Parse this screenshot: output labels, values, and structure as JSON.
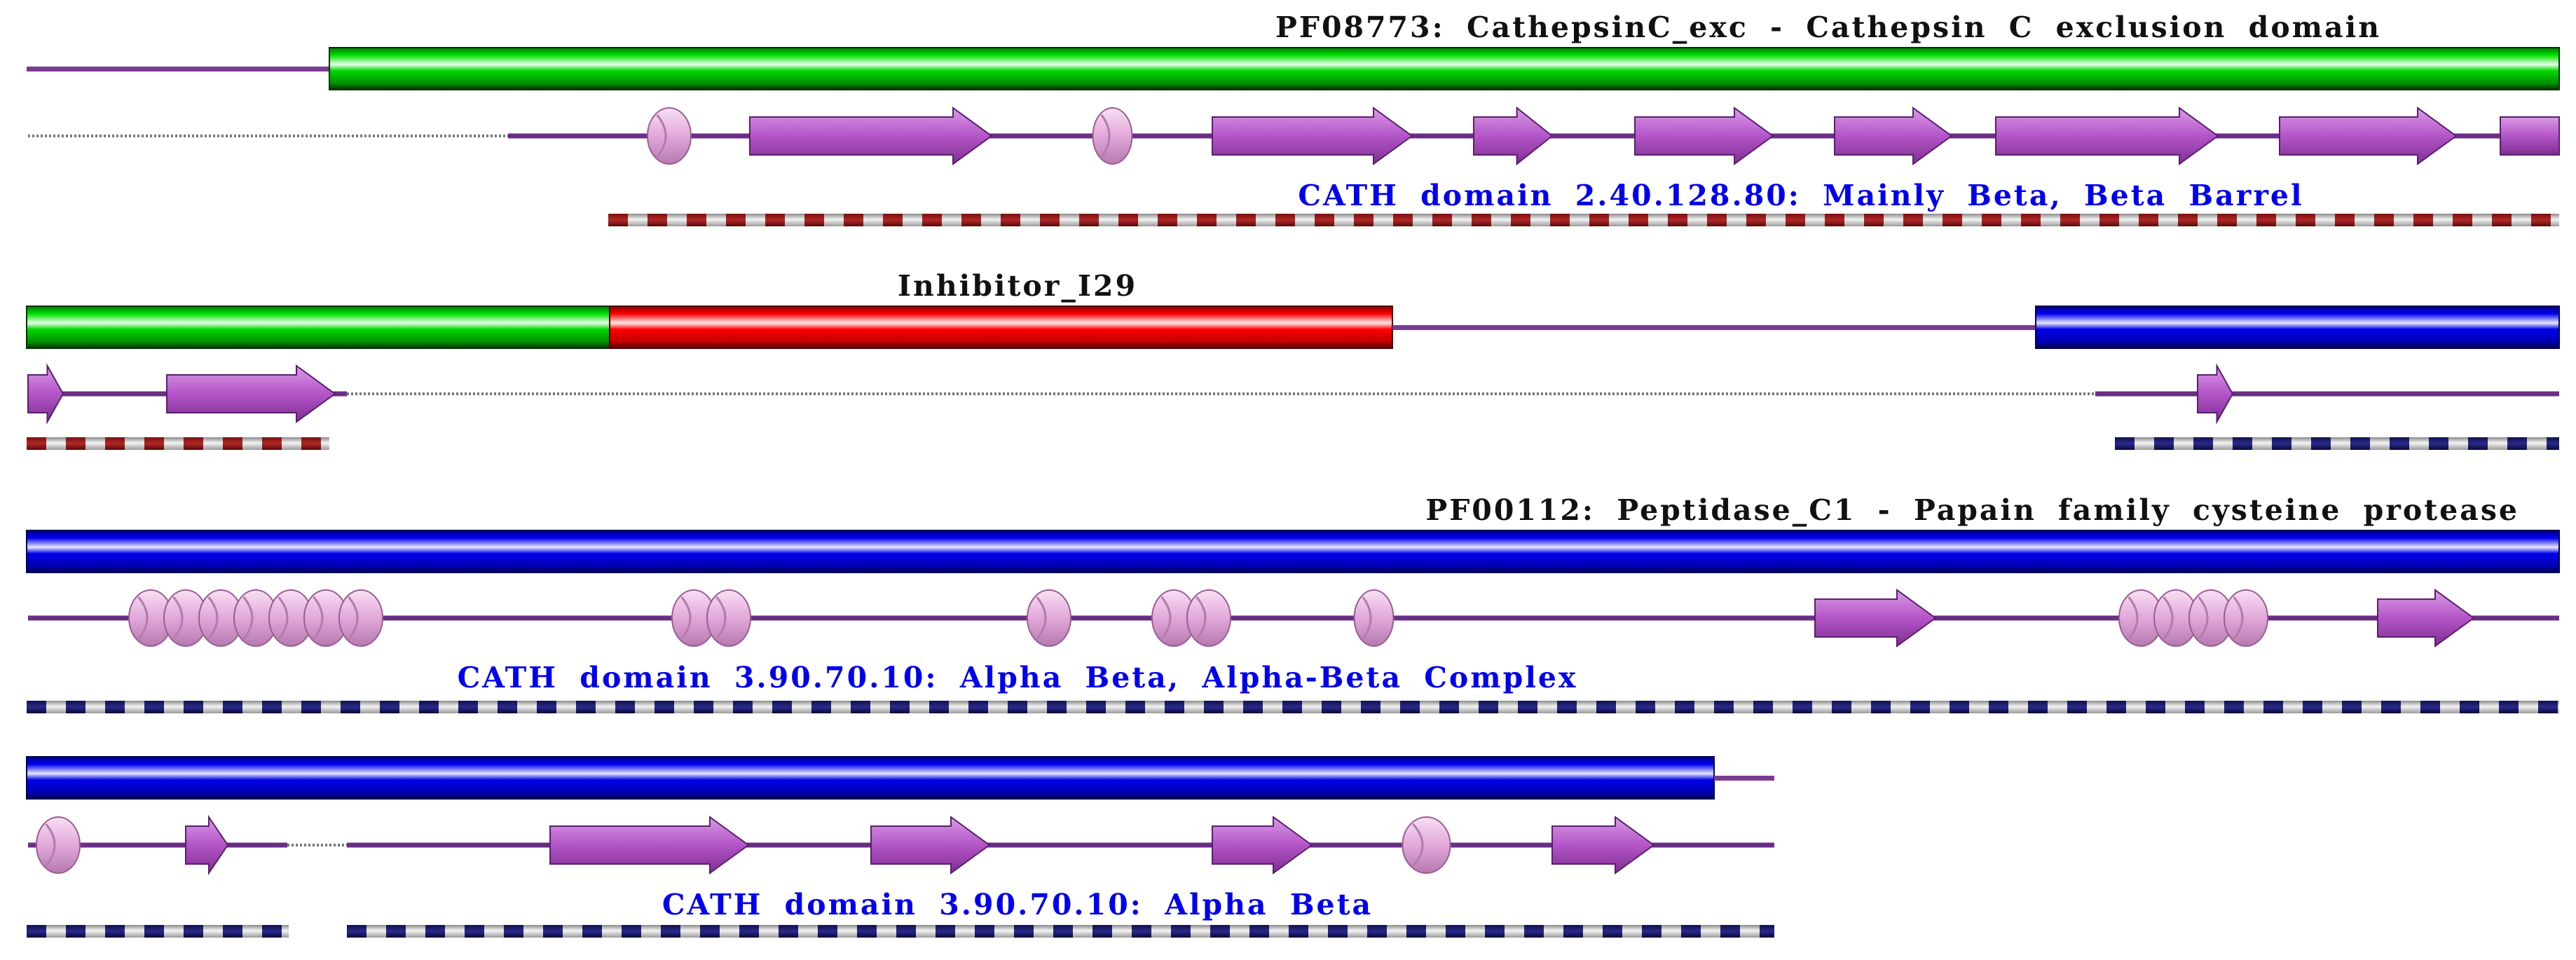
{
  "colors": {
    "pfam_green": "#00dd00",
    "pfam_red": "#ee0000",
    "pfam_blue": "#0000ee",
    "cath_red": "#aa2222",
    "cath_blue": "#22226e",
    "strand": "#b455c8",
    "helix": "#e8b4e0",
    "loop": "#6a2e86",
    "pfam_label": "#111111",
    "cath_label": "#0000ee"
  },
  "rows": [
    {
      "pfam_label": "PF08773: CathepsinC_exc - Cathepsin C exclusion domain",
      "cath_label": "CATH domain 2.40.128.80: Mainly Beta, Beta Barrel"
    },
    {
      "pfam_label": "Inhibitor_I29",
      "cath_label": ""
    },
    {
      "pfam_label": "PF00112: Peptidase_C1 - Papain family cysteine protease",
      "cath_label": "CATH domain 3.90.70.10: Alpha Beta, Alpha-Beta Complex"
    },
    {
      "pfam_label": "",
      "cath_label": "CATH domain 3.90.70.10: Alpha Beta"
    }
  ]
}
